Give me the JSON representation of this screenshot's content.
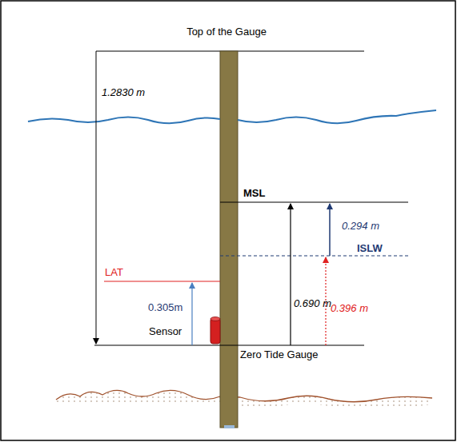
{
  "diagram": {
    "labels": [
      "Top of the Gauge",
      "1.2830 m",
      "MSL",
      "0.294 m",
      "ISLW",
      "LAT",
      "0.690 m",
      "0.396 m",
      "0.305m",
      "Sensor",
      "Zero Tide Gauge"
    ]
  }
}
